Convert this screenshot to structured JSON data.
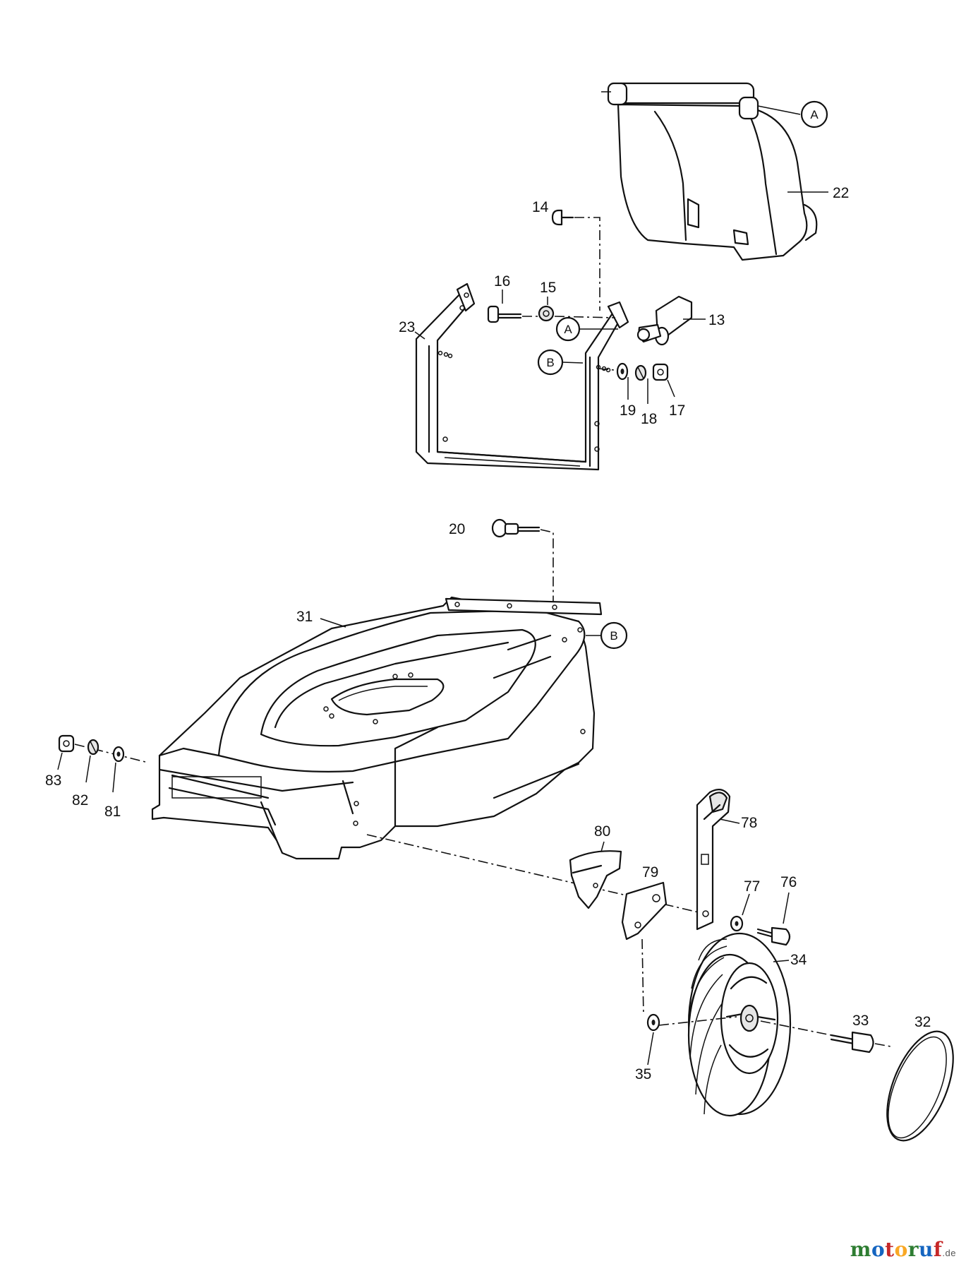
{
  "part_labels": {
    "p13": "13",
    "p14": "14",
    "p15": "15",
    "p16": "16",
    "p17": "17",
    "p18": "18",
    "p19": "19",
    "p20": "20",
    "p22": "22",
    "p23": "23",
    "p31": "31",
    "p32": "32",
    "p33": "33",
    "p34": "34",
    "p35": "35",
    "p76": "76",
    "p77": "77",
    "p78": "78",
    "p79": "79",
    "p80": "80",
    "p81": "81",
    "p82": "82",
    "p83": "83"
  },
  "callouts": {
    "a_top": "A",
    "a_mid": "A",
    "b_mid": "B",
    "b_deck": "B"
  },
  "watermark": {
    "brand_parts": [
      "m",
      "o",
      "t",
      "o",
      "r",
      "u",
      "f"
    ],
    "brand_colors": [
      "#2e7d32",
      "#1565c0",
      "#c62828",
      "#f9a825",
      "#2e7d32",
      "#1565c0",
      "#c62828"
    ],
    "suffix": ".de"
  }
}
